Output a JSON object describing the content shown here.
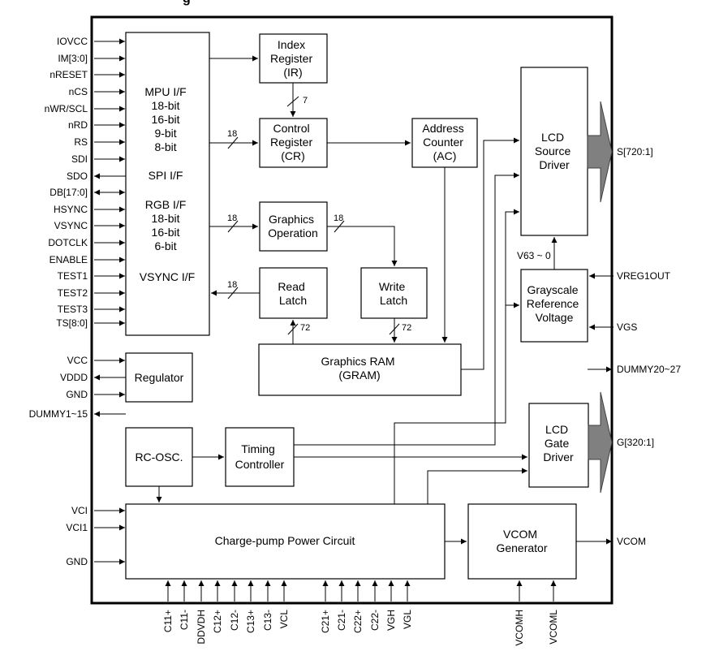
{
  "title_partial": "g",
  "blocks": {
    "mpu": [
      "MPU I/F",
      "18-bit",
      "16-bit",
      "9-bit",
      "8-bit",
      "SPI I/F",
      "RGB I/F",
      "18-bit",
      "16-bit",
      "6-bit",
      "VSYNC I/F"
    ],
    "index_register": [
      "Index",
      "Register",
      "(IR)"
    ],
    "control_register": [
      "Control",
      "Register",
      "(CR)"
    ],
    "address_counter": [
      "Address",
      "Counter",
      "(AC)"
    ],
    "graphics_operation": [
      "Graphics",
      "Operation"
    ],
    "read_latch": [
      "Read",
      "Latch"
    ],
    "write_latch": [
      "Write",
      "Latch"
    ],
    "graphics_ram": [
      "Graphics RAM",
      "(GRAM)"
    ],
    "lcd_source_driver": [
      "LCD",
      "Source",
      "Driver"
    ],
    "grayscale": [
      "Grayscale",
      "Reference",
      "Voltage"
    ],
    "regulator": [
      "Regulator"
    ],
    "rc_osc": [
      "RC-OSC."
    ],
    "timing_controller": [
      "Timing",
      "Controller"
    ],
    "lcd_gate_driver": [
      "LCD",
      "Gate",
      "Driver"
    ],
    "charge_pump": [
      "Charge-pump Power Circuit"
    ],
    "vcom_generator": [
      "VCOM",
      "Generator"
    ]
  },
  "left_pins": [
    "IOVCC",
    "IM[3:0]",
    "nRESET",
    "nCS",
    "nWR/SCL",
    "nRD",
    "RS",
    "SDI",
    "SDO",
    "DB[17:0]",
    "HSYNC",
    "VSYNC",
    "DOTCLK",
    "ENABLE",
    "TEST1",
    "TEST2",
    "TEST3",
    "TS[8:0]"
  ],
  "power_pins": [
    "VCC",
    "VDDD",
    "GND"
  ],
  "dummy_left": "DUMMY1~15",
  "vci_pins": [
    "VCI",
    "VCI1",
    "GND"
  ],
  "right_pins": {
    "source_out": "S[720:1]",
    "vreg1out": "VREG1OUT",
    "vgs": "VGS",
    "dummy_right": "DUMMY20~27",
    "gate_out": "G[320:1]",
    "vcom": "VCOM"
  },
  "v63_label": "V63 ~ 0",
  "bus_labels": {
    "ir_cr": "7",
    "mpu_cr": "18",
    "mpu_go": "18",
    "go_wl": "18",
    "rl_mpu": "18",
    "gram_rl": "72",
    "wl_gram": "72"
  },
  "bottom_pins_left": [
    "C11+",
    "C11-",
    "DDVDH",
    "C12+",
    "C12-",
    "C13+",
    "C13-",
    "VCL"
  ],
  "bottom_pins_mid": [
    "C21+",
    "C21-",
    "C22+",
    "C22-",
    "VGH",
    "VGL"
  ],
  "bottom_pins_right": [
    "VCOMH",
    "VCOML"
  ]
}
